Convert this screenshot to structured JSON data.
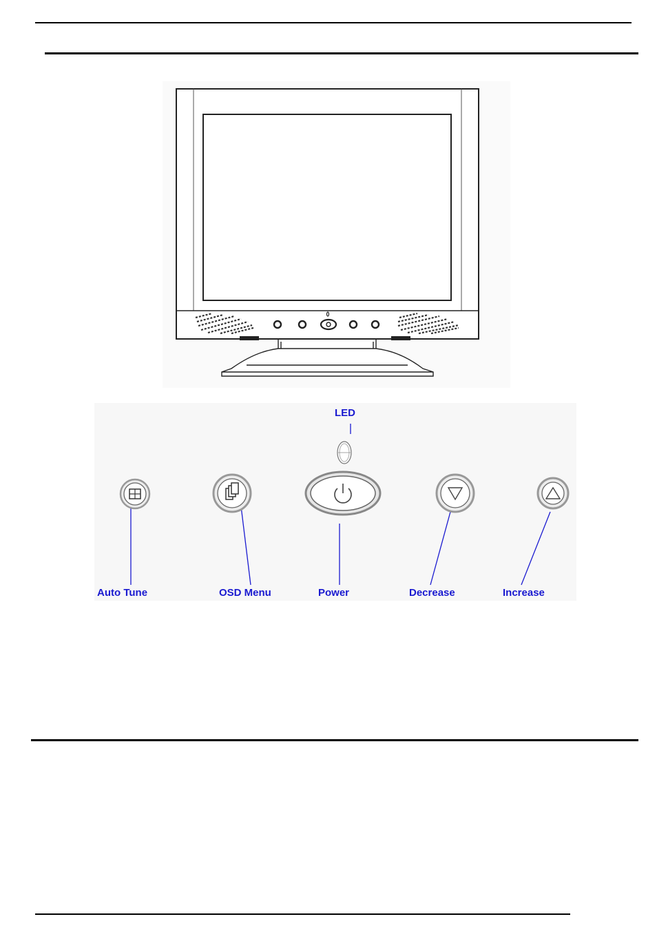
{
  "colors": {
    "rule": "#000000",
    "callout": "#1a1ad0",
    "monitor_outline": "#222222",
    "panel_bg": "#f7f7f7"
  },
  "monitor_figure": {
    "icons": [
      "auto-tune-icon",
      "osd-menu-icon",
      "power-icon",
      "decrease-icon",
      "increase-icon",
      "led-icon"
    ]
  },
  "button_panel": {
    "labels": {
      "led": "LED",
      "auto_tune": "Auto Tune",
      "osd_menu": "OSD Menu",
      "power": "Power",
      "decrease": "Decrease",
      "increase": "Increase"
    }
  }
}
